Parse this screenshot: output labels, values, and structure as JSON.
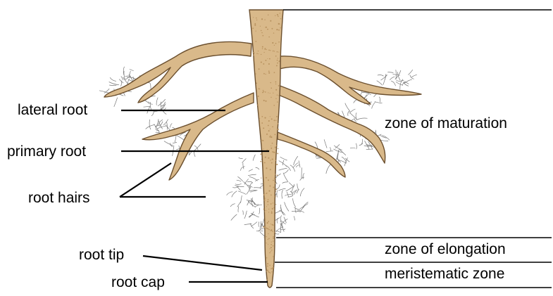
{
  "labels": {
    "lateral_root": "lateral root",
    "primary_root": "primary root",
    "root_hairs": "root hairs",
    "root_tip": "root tip",
    "root_cap": "root cap"
  },
  "zones": {
    "maturation": "zone of maturation",
    "elongation": "zone of elongation",
    "meristematic": "meristematic zone"
  },
  "colors": {
    "root_fill": "#d9b98a",
    "root_outline": "#6b4f2e",
    "root_shade": "#b8925f",
    "hair": "#777777",
    "line": "#000000"
  }
}
